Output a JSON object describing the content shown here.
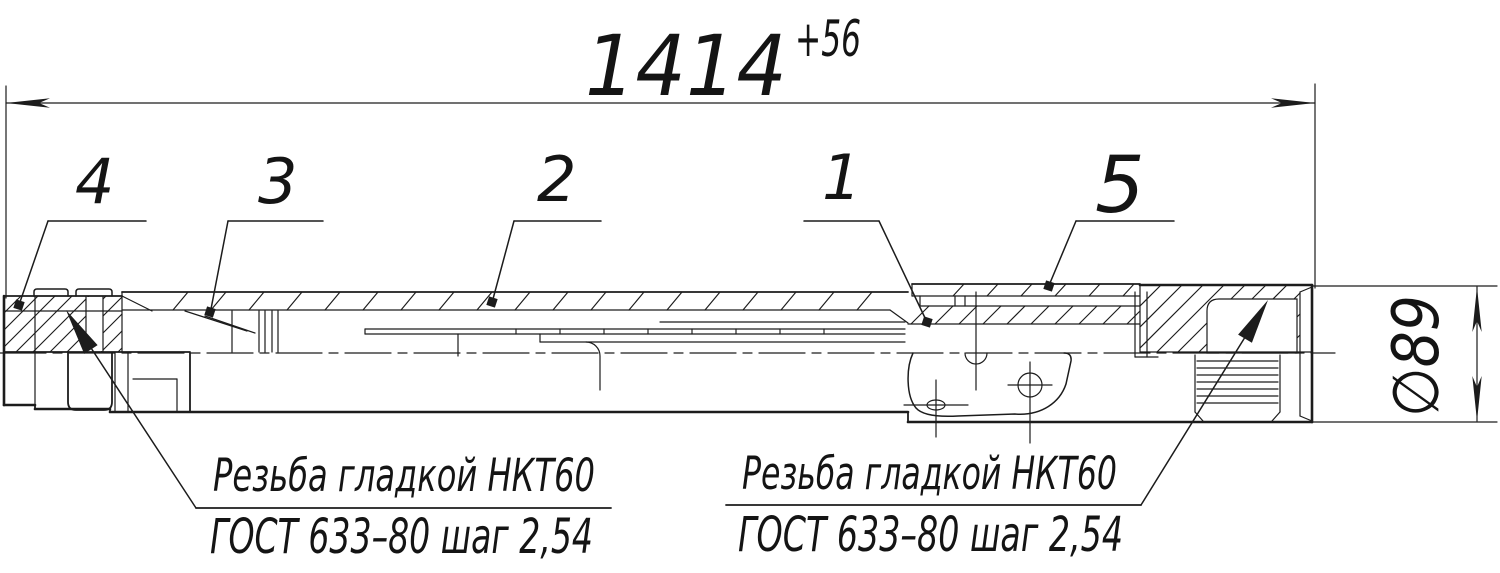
{
  "dimensions": {
    "length": {
      "value": "1414",
      "tolerance": "+56"
    },
    "diameter": {
      "value": "∅89"
    }
  },
  "callouts": [
    {
      "label": "4"
    },
    {
      "label": "3"
    },
    {
      "label": "2"
    },
    {
      "label": "1"
    },
    {
      "label": "5"
    }
  ],
  "annotations": {
    "left": {
      "line1": "Резьба гладкой НКТ60",
      "line2": "ГОСТ 633–80  шаг 2,54"
    },
    "right": {
      "line1": "Резьба гладкой НКТ60",
      "line2": "ГОСТ 633–80  шаг 2,54"
    }
  },
  "colors": {
    "background": "#ffffff",
    "line": "#1c1c1c"
  }
}
